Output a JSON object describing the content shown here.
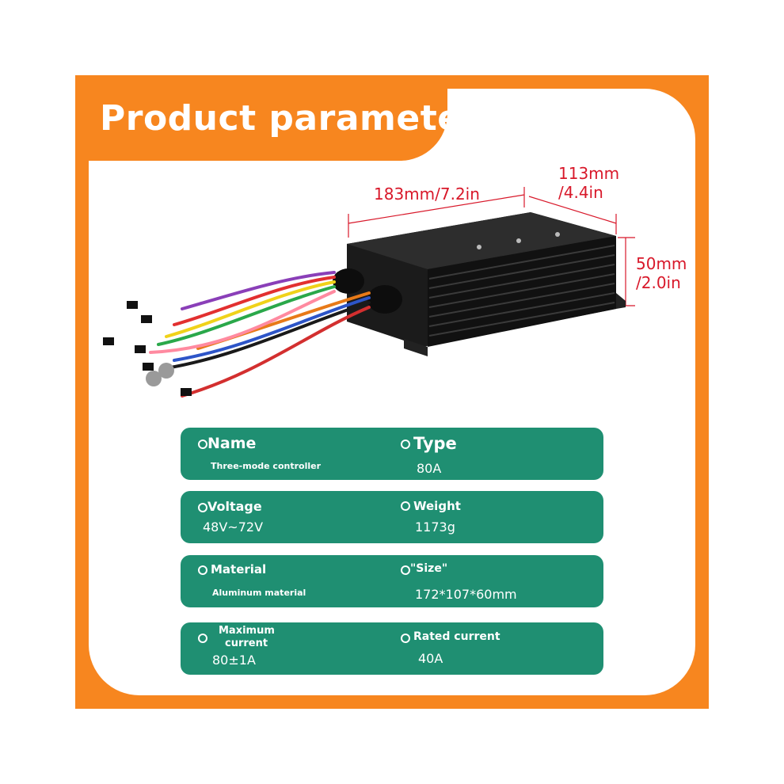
{
  "title": "Product parameters",
  "colors": {
    "frame": "#f7861f",
    "row": "#1f8f72",
    "dimension": "#d8182a"
  },
  "dimensions": {
    "length": "183mm/7.2in",
    "width_line1": "113mm",
    "width_line2": "/4.4in",
    "height_line1": "50mm",
    "height_line2": "/2.0in"
  },
  "params": {
    "name_label": "Name",
    "name_value": "Three-mode controller",
    "type_label": "Type",
    "type_value": "80A",
    "voltage_label": "Voltage",
    "voltage_value": "48V~72V",
    "weight_label": "Weight",
    "weight_value": "1173g",
    "material_label": "Material",
    "material_value": "Aluminum material",
    "size_label": "\"Size\"",
    "size_value": "172*107*60mm",
    "max_current_label_1": "Maximum",
    "max_current_label_2": "current",
    "max_current_value": "80±1A",
    "rated_current_label": "Rated current",
    "rated_current_value": "40A"
  }
}
